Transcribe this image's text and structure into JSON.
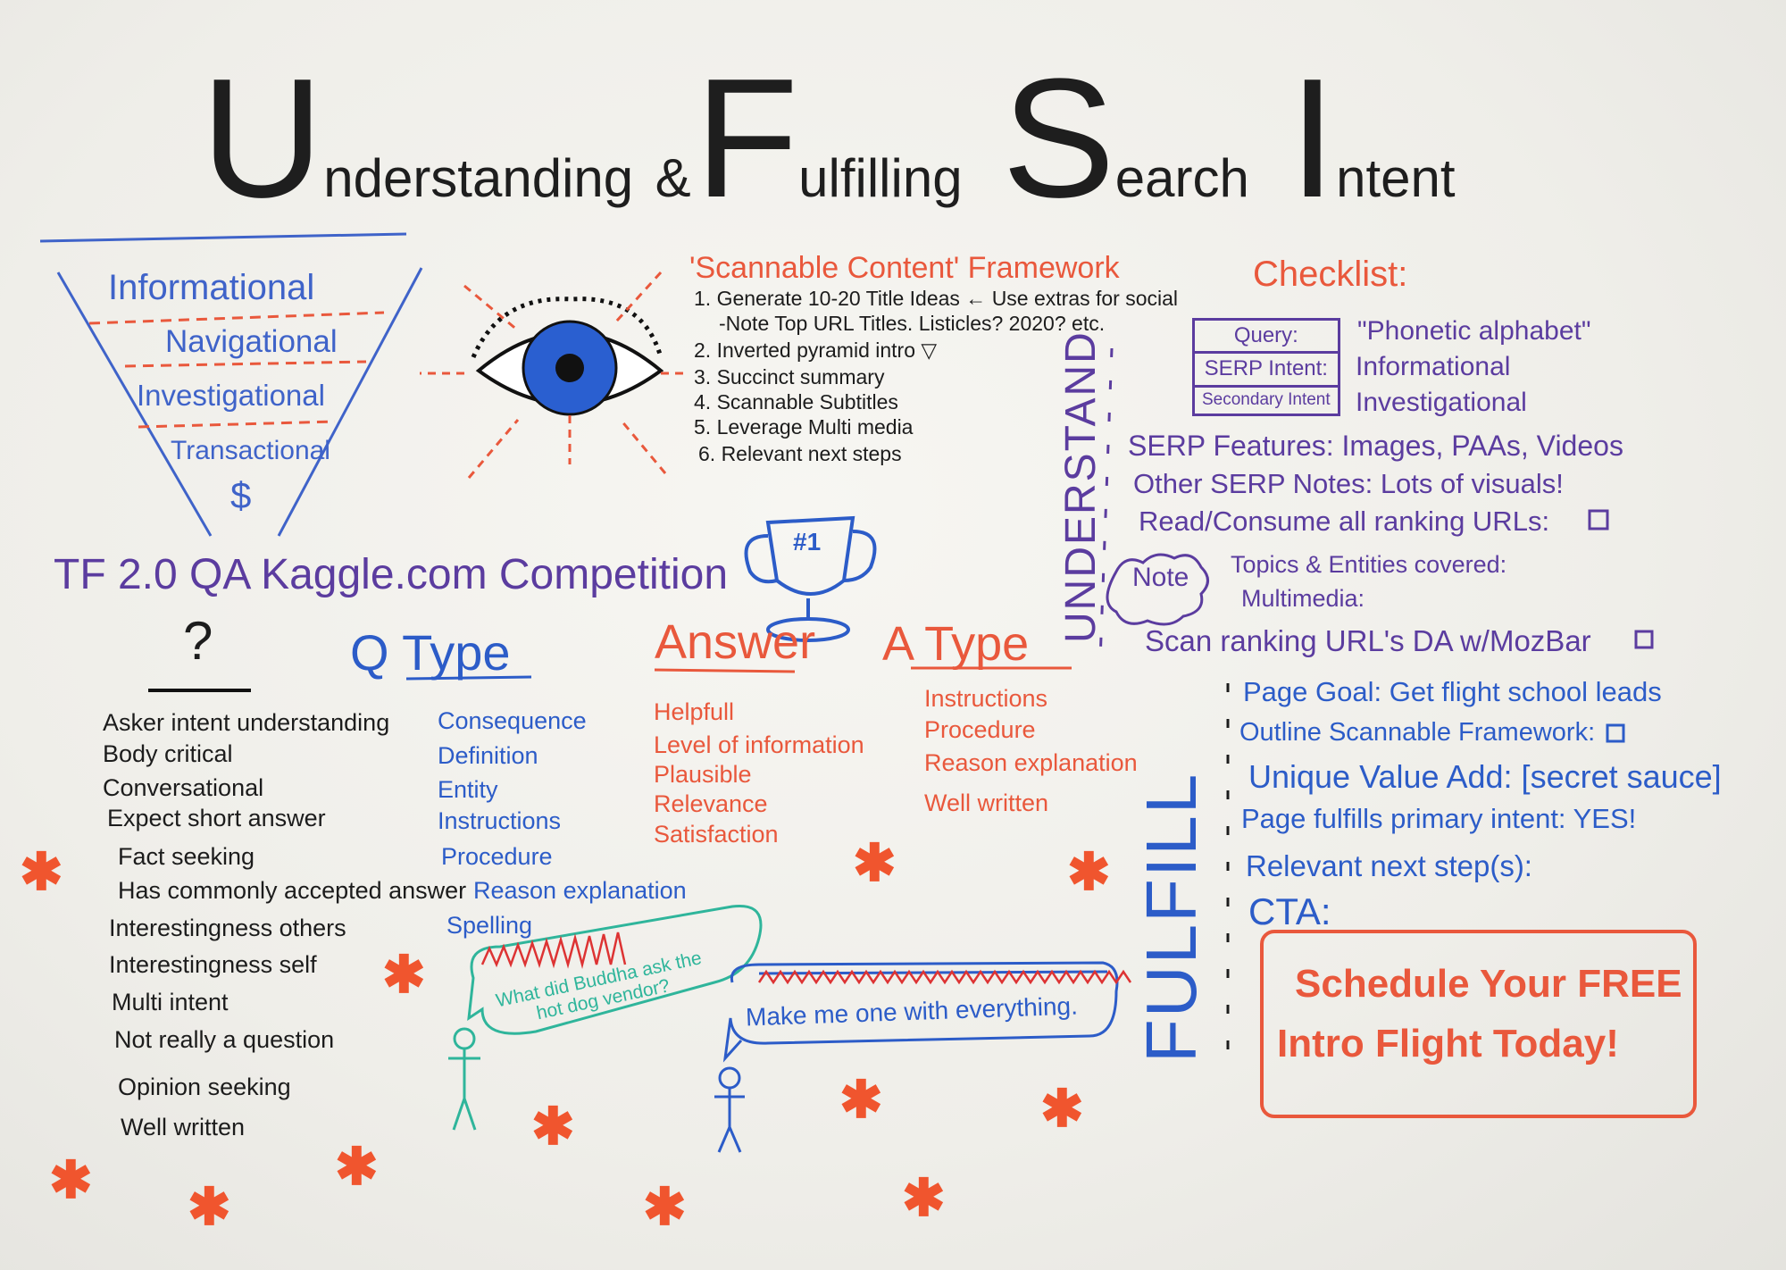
{
  "title": {
    "w1_cap": "U",
    "w1": "nderstanding",
    "amp": "&",
    "w2_cap": "F",
    "w2": "ulfilling",
    "w3_cap": "S",
    "w3": "earch",
    "w4_cap": "I",
    "w4": "ntent"
  },
  "funnel": {
    "items": [
      "Informational",
      "Navigational",
      "Investigational",
      "Transactional"
    ],
    "symbol": "$"
  },
  "scannable": {
    "heading": "'Scannable Content' Framework",
    "items": [
      "1. Generate 10-20 Title Ideas ← Use extras for social",
      "-Note Top URL Titles. Listicles? 2020? etc.",
      "2. Inverted pyramid intro ▽",
      "3. Succinct summary",
      "4. Scannable Subtitles",
      "5. Leverage Multi media",
      "6. Relevant next steps"
    ]
  },
  "trophy": {
    "label": "#1"
  },
  "competition": "TF 2.0 QA Kaggle.com Competition",
  "question_mark": "?",
  "question_list": [
    "Asker intent understanding",
    "Body critical",
    "Conversational",
    "Expect short answer",
    "Fact seeking",
    "Has commonly accepted answer",
    "Interestingness others",
    "Interestingness self",
    "Multi intent",
    "Not really a question",
    "Opinion seeking",
    "Well written"
  ],
  "qtype": {
    "heading": "Q Type",
    "items": [
      "Consequence",
      "Definition",
      "Entity",
      "Instructions",
      "Procedure",
      "Reason explanation",
      "Spelling"
    ]
  },
  "answer": {
    "heading": "Answer",
    "items": [
      "Helpfull",
      "Level of information",
      "Plausible",
      "Relevance",
      "Satisfaction"
    ]
  },
  "atype": {
    "heading": "A Type",
    "items": [
      "Instructions",
      "Procedure",
      "Reason explanation",
      "Well written"
    ]
  },
  "bubbles": {
    "question": "What did Buddha ask the hot dog vendor?",
    "answer": "Make me one with everything."
  },
  "understand": {
    "label": "UNDERSTAND",
    "checklist_heading": "Checklist:",
    "table": [
      {
        "k": "Query:",
        "v": "\"Phonetic alphabet\""
      },
      {
        "k": "SERP Intent:",
        "v": "Informational"
      },
      {
        "k": "Secondary Intent",
        "v": "Investigational"
      }
    ],
    "serp_features": "SERP Features: Images, PAAs, Videos",
    "other_notes": "Other SERP Notes: Lots of visuals!",
    "read_consume": "Read/Consume all ranking URLs:",
    "note": "Note",
    "topics": "Topics & Entities covered:",
    "multimedia": "Multimedia:",
    "scan": "Scan ranking URL's DA w/MozBar"
  },
  "fulfill": {
    "label": "FULFILL",
    "items": [
      "Page Goal: Get flight school leads",
      "Outline Scannable Framework:",
      "Unique Value Add: [secret sauce]",
      "Page fulfills primary intent: YES!",
      "Relevant next step(s):",
      "CTA:"
    ],
    "cta_line1": "Schedule Your FREE",
    "cta_line2": "Intro Flight Today!"
  },
  "colors": {
    "black": "#1c1c1c",
    "blue": "#2c5cc8",
    "orange": "#e9583c",
    "purple": "#5b3c9f",
    "green": "#2fb59b"
  }
}
